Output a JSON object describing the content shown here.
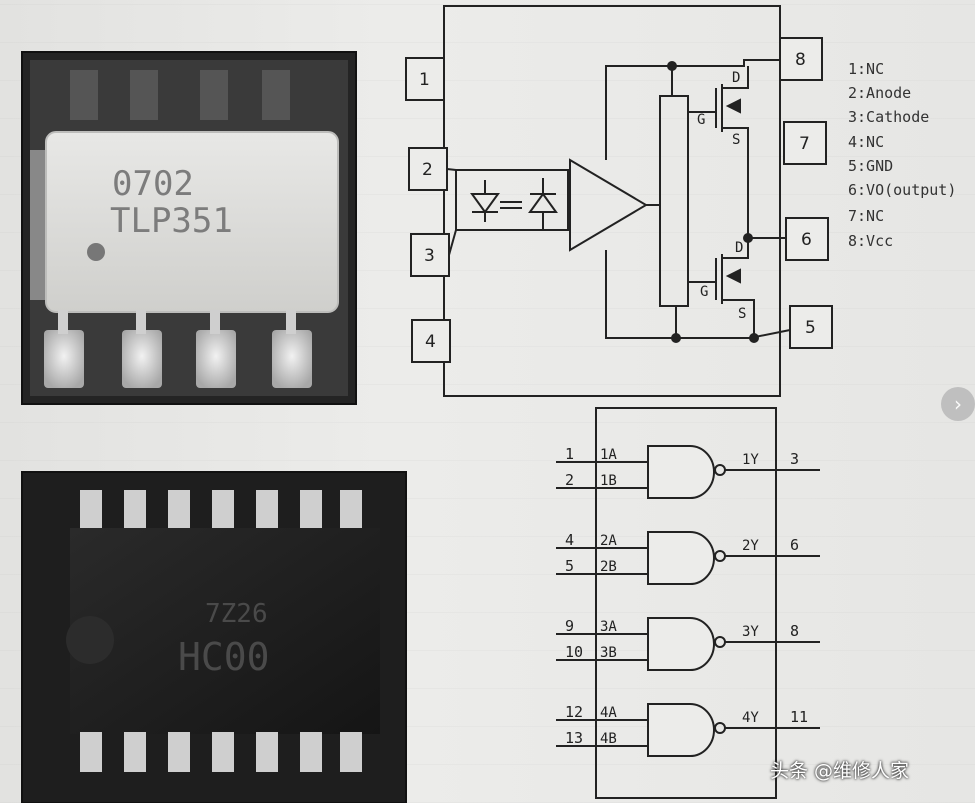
{
  "optocoupler_photo": {
    "marking_line1": "0702",
    "marking_line2": "TLP351"
  },
  "ic_photo": {
    "marking_line1": "7Z26",
    "marking_line2": "HC00"
  },
  "optocoupler_diagram": {
    "pins": [
      {
        "num": "1"
      },
      {
        "num": "2"
      },
      {
        "num": "3"
      },
      {
        "num": "4"
      },
      {
        "num": "5"
      },
      {
        "num": "6"
      },
      {
        "num": "7"
      },
      {
        "num": "8"
      }
    ],
    "mosfet_labels": {
      "drain": "D",
      "gate": "G",
      "source": "S"
    },
    "legend": [
      "1:NC",
      "2:Anode",
      "3:Cathode",
      "4:NC",
      "5:GND",
      "6:VO(output)",
      "7:NC",
      "8:Vcc"
    ]
  },
  "nand_diagram": {
    "gates": [
      {
        "in_a_pin": "1",
        "in_a": "1A",
        "in_b_pin": "2",
        "in_b": "1B",
        "out": "1Y",
        "out_pin": "3"
      },
      {
        "in_a_pin": "4",
        "in_a": "2A",
        "in_b_pin": "5",
        "in_b": "2B",
        "out": "2Y",
        "out_pin": "6"
      },
      {
        "in_a_pin": "9",
        "in_a": "3A",
        "in_b_pin": "10",
        "in_b": "3B",
        "out": "3Y",
        "out_pin": "8"
      },
      {
        "in_a_pin": "12",
        "in_a": "4A",
        "in_b_pin": "13",
        "in_b": "4B",
        "out": "4Y",
        "out_pin": "11"
      }
    ]
  },
  "watermark": {
    "text": "头条 @维修人家"
  },
  "nav": {
    "next_symbol": "›"
  }
}
